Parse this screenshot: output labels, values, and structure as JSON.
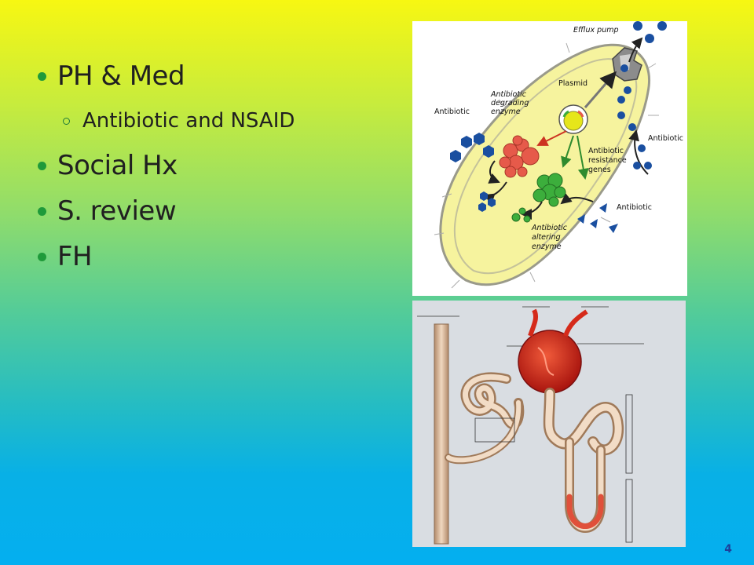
{
  "slide": {
    "page_number": "4",
    "bullets": [
      {
        "text": "PH & Med",
        "sub": [
          "Antibiotic and NSAID"
        ]
      },
      {
        "text": "Social Hx",
        "sub": []
      },
      {
        "text": "S. review",
        "sub": []
      },
      {
        "text": "FH",
        "sub": []
      }
    ]
  },
  "bacteria_diagram": {
    "labels": {
      "efflux_pump": "Efflux pump",
      "plasmid": "Plasmid",
      "degrading_enzyme_1": "Antibiotic",
      "degrading_enzyme_2": "degrading",
      "degrading_enzyme_3": "enzyme",
      "antibiotic_left": "Antibiotic",
      "antibiotic_right": "Antibiotic",
      "antibiotic_bottom": "Antibiotic",
      "resistance_genes_1": "Antibiotic",
      "resistance_genes_2": "resistance",
      "resistance_genes_3": "genes",
      "altering_enzyme_1": "Antibiotic",
      "altering_enzyme_2": "altering",
      "altering_enzyme_3": "enzyme"
    },
    "colors": {
      "cell": "#f7f59c",
      "molecule": "#1a4fa0",
      "enzyme_red": "#e65a4a",
      "enzyme_green": "#3cae3c"
    }
  }
}
